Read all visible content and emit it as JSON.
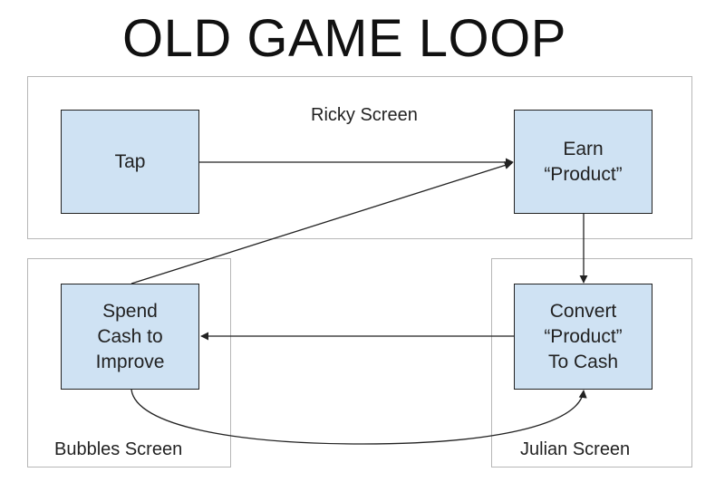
{
  "title": "OLD GAME LOOP",
  "regions": {
    "ricky": "Ricky Screen",
    "bubbles": "Bubbles Screen",
    "julian": "Julian Screen"
  },
  "nodes": {
    "tap": [
      "Tap"
    ],
    "earn": [
      "Earn",
      "“Product”"
    ],
    "spend": [
      "Spend",
      "Cash to",
      "Improve"
    ],
    "convert": [
      "Convert",
      "“Product”",
      "To Cash"
    ]
  },
  "colors": {
    "node_fill": "#cfe2f3",
    "node_border": "#222222",
    "region_border": "#b7b7b7",
    "arrow": "#222222"
  },
  "edges": [
    {
      "from": "tap",
      "to": "earn"
    },
    {
      "from": "earn",
      "to": "convert"
    },
    {
      "from": "convert",
      "to": "spend"
    },
    {
      "from": "spend",
      "to": "earn"
    },
    {
      "from": "spend",
      "to": "convert"
    }
  ]
}
